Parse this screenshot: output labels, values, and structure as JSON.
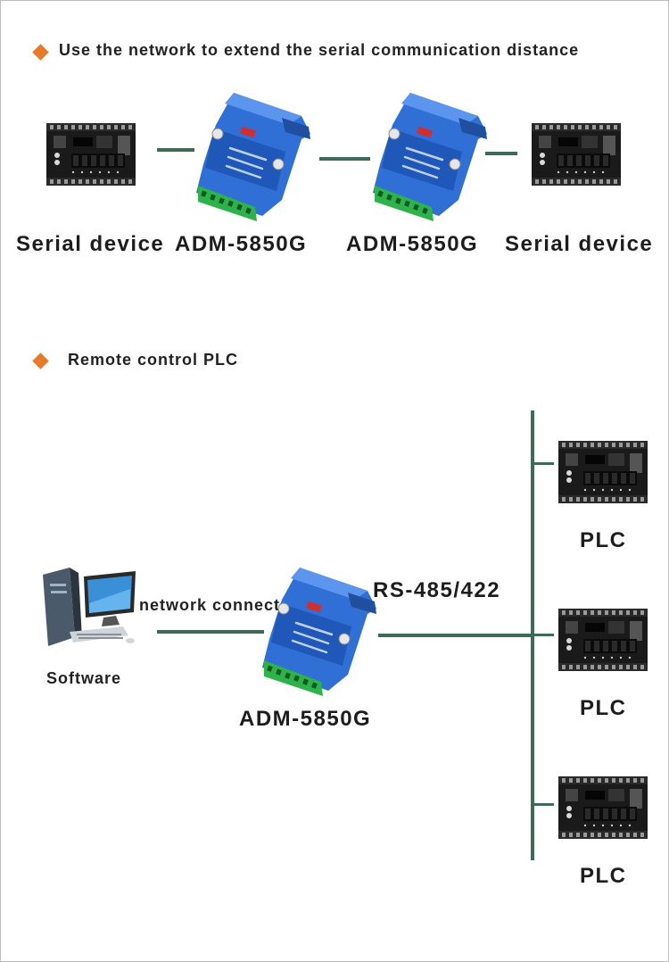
{
  "section1": {
    "title": "Use the network to extend the serial communication distance",
    "labels": {
      "left_device": "Serial device",
      "gateway_a": "ADM-5850G",
      "gateway_b": "ADM-5850G",
      "right_device": "Serial device"
    }
  },
  "section2": {
    "title": "Remote control PLC",
    "software_label": "Software",
    "network_label": "network connect",
    "bus_label": "RS-485/422",
    "gateway_label": "ADM-5850G",
    "plc_labels": [
      "PLC",
      "PLC",
      "PLC"
    ]
  },
  "colors": {
    "accent": "#e8792b",
    "link_line": "#3d6b58",
    "gateway_blue": "#2f6fd6",
    "terminal_green": "#2db34a",
    "board_dark": "#151515"
  }
}
